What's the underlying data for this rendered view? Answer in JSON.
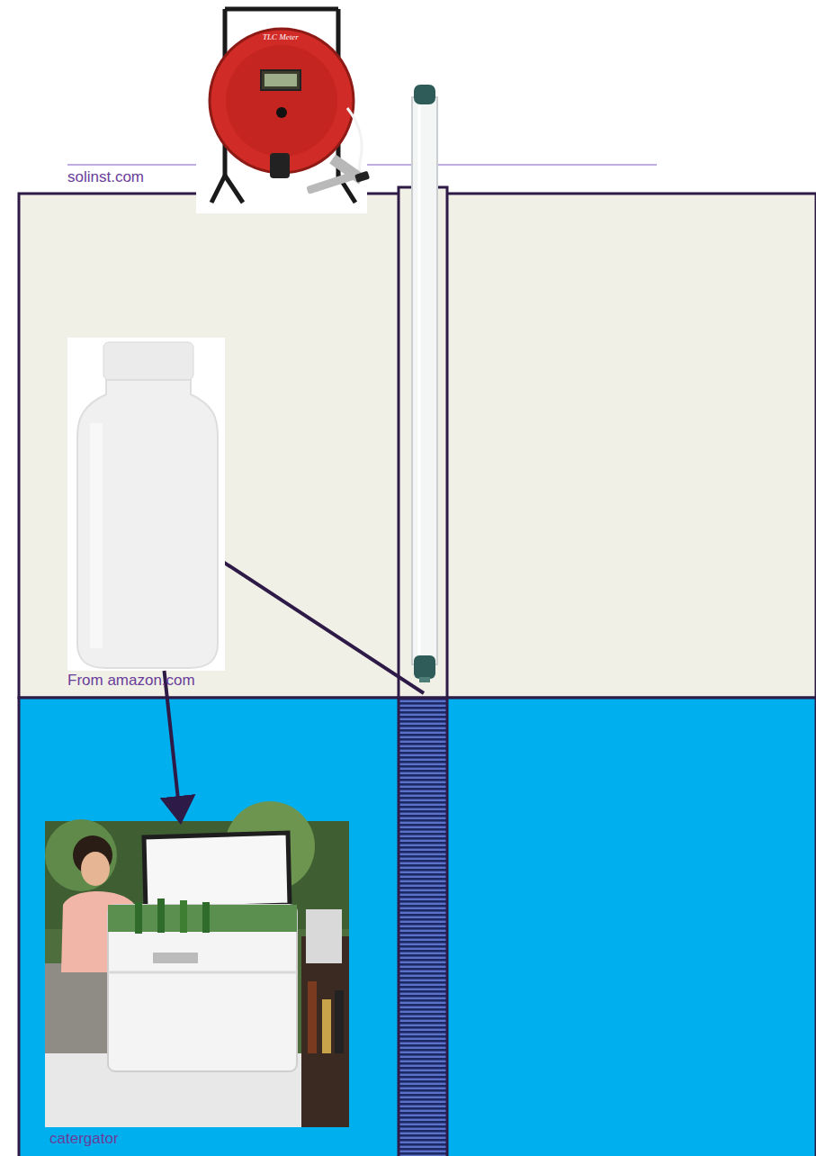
{
  "diagram": {
    "nodes": [
      {
        "text": [
          "solinst.com"
        ]
      },
      {
        "text": [
          "From amazon.com"
        ]
      },
      {
        "text": [
          "catergator"
        ]
      }
    ],
    "edges": [
      {
        "from": 1,
        "to": 2,
        "arrow": "to"
      }
    ],
    "labels": [
      "Solinst",
      "TLC Meter"
    ]
  }
}
